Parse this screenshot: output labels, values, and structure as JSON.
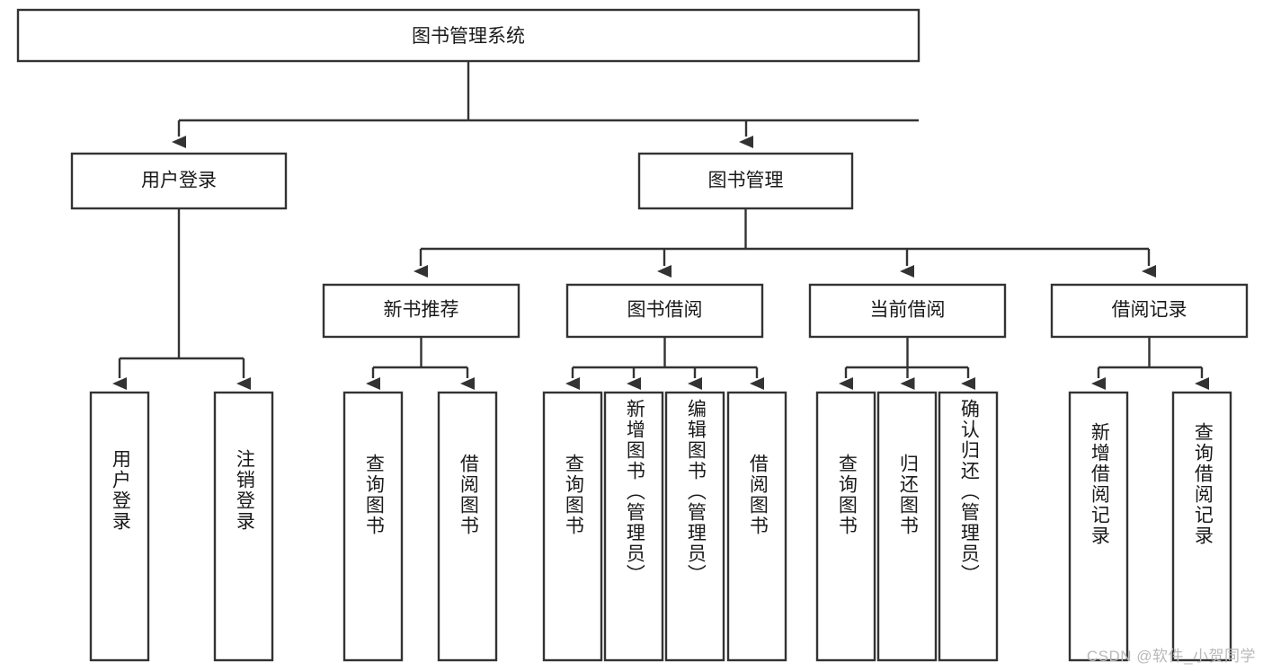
{
  "diagram": {
    "title_node": {
      "label": "图书管理系统"
    },
    "level2": [
      {
        "id": "user-login",
        "label": "用户登录"
      },
      {
        "id": "book-management",
        "label": "图书管理"
      }
    ],
    "level3": [
      {
        "id": "new-book-recommend",
        "label": "新书推荐"
      },
      {
        "id": "book-borrow",
        "label": "图书借阅"
      },
      {
        "id": "current-borrow",
        "label": "当前借阅"
      },
      {
        "id": "borrow-record",
        "label": "借阅记录"
      }
    ],
    "leaves": [
      {
        "id": "leaf-user-login",
        "label": "用户登录",
        "parent": "user-login"
      },
      {
        "id": "leaf-logout-login",
        "label": "注销登录",
        "parent": "user-login"
      },
      {
        "id": "leaf-query-book-1",
        "label": "查询图书",
        "parent": "new-book-recommend"
      },
      {
        "id": "leaf-borrow-book-1",
        "label": "借阅图书",
        "parent": "new-book-recommend"
      },
      {
        "id": "leaf-query-book-2",
        "label": "查询图书",
        "parent": "book-borrow"
      },
      {
        "id": "leaf-add-book",
        "label": "新增图书（管理员）",
        "parent": "book-borrow"
      },
      {
        "id": "leaf-edit-book",
        "label": "编辑图书（管理员）",
        "parent": "book-borrow"
      },
      {
        "id": "leaf-borrow-book-2",
        "label": "借阅图书",
        "parent": "book-borrow"
      },
      {
        "id": "leaf-query-book-3",
        "label": "查询图书",
        "parent": "current-borrow"
      },
      {
        "id": "leaf-return-book",
        "label": "归还图书",
        "parent": "current-borrow"
      },
      {
        "id": "leaf-confirm-return",
        "label": "确认归还（管理员）",
        "parent": "current-borrow"
      },
      {
        "id": "leaf-add-record",
        "label": "新增借阅记录",
        "parent": "borrow-record"
      },
      {
        "id": "leaf-query-record",
        "label": "查询借阅记录",
        "parent": "borrow-record"
      }
    ],
    "colors": {
      "stroke": "#333333",
      "fill": "#ffffff",
      "text": "#1a1a1a",
      "watermark": "#b9b9b9"
    }
  },
  "watermark": {
    "text": "CSDN @软件_小贺同学"
  }
}
